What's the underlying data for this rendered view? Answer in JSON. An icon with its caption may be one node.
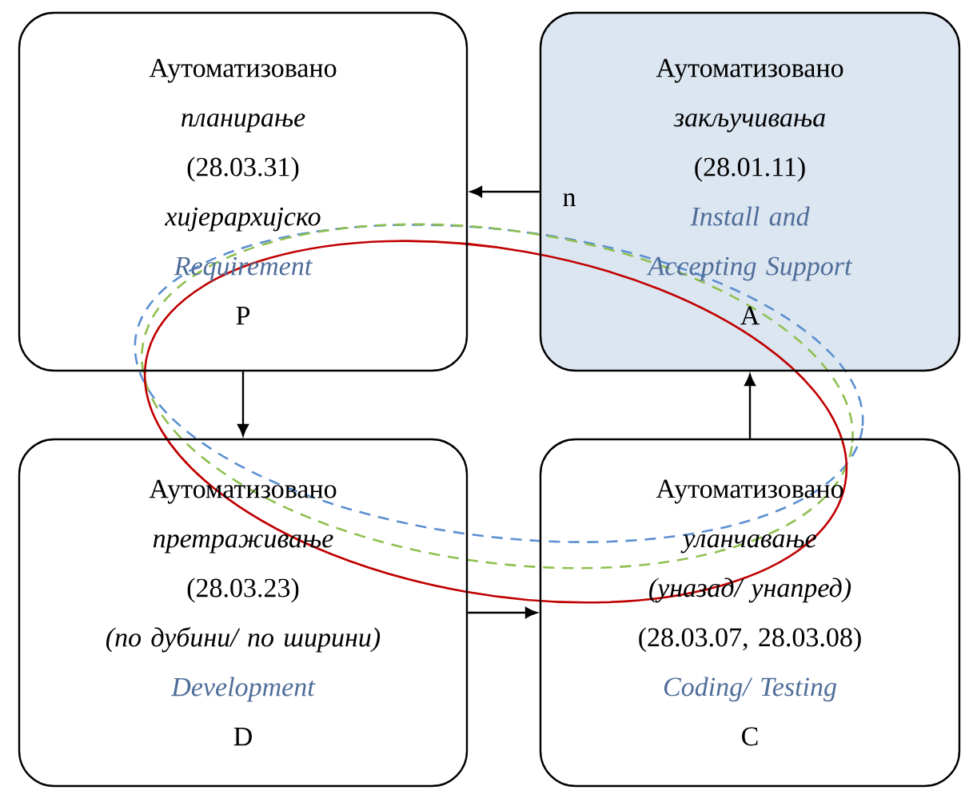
{
  "diagram": {
    "nodes": [
      {
        "text": [
          "Аутоматизовано",
          "планирање",
          "(28.03.31)",
          "хијерархијско",
          "Requirement",
          "P"
        ]
      },
      {
        "text": [
          "Аутоматизовано",
          "закључивања",
          "(28.01.11)",
          "Install and Accepting Support",
          "A"
        ]
      },
      {
        "text": [
          "Аутоматизовано",
          "претраживање",
          "(28.03.23)",
          "(по дубини/ по ширини)",
          "Development",
          "D"
        ]
      },
      {
        "text": [
          "Аутоматизовано",
          "уланчавање",
          "(уназад/ унапред)",
          "(28.03.07, 28.03.08)",
          "Coding/ Testing",
          "C"
        ]
      }
    ],
    "edges": [
      {
        "from": 1,
        "to": 0,
        "arrow": "to"
      },
      {
        "from": 0,
        "to": 2,
        "arrow": "to"
      },
      {
        "from": 2,
        "to": 3,
        "arrow": "to"
      },
      {
        "from": 3,
        "to": 1,
        "arrow": "to"
      }
    ],
    "labels": [
      "n"
    ]
  }
}
